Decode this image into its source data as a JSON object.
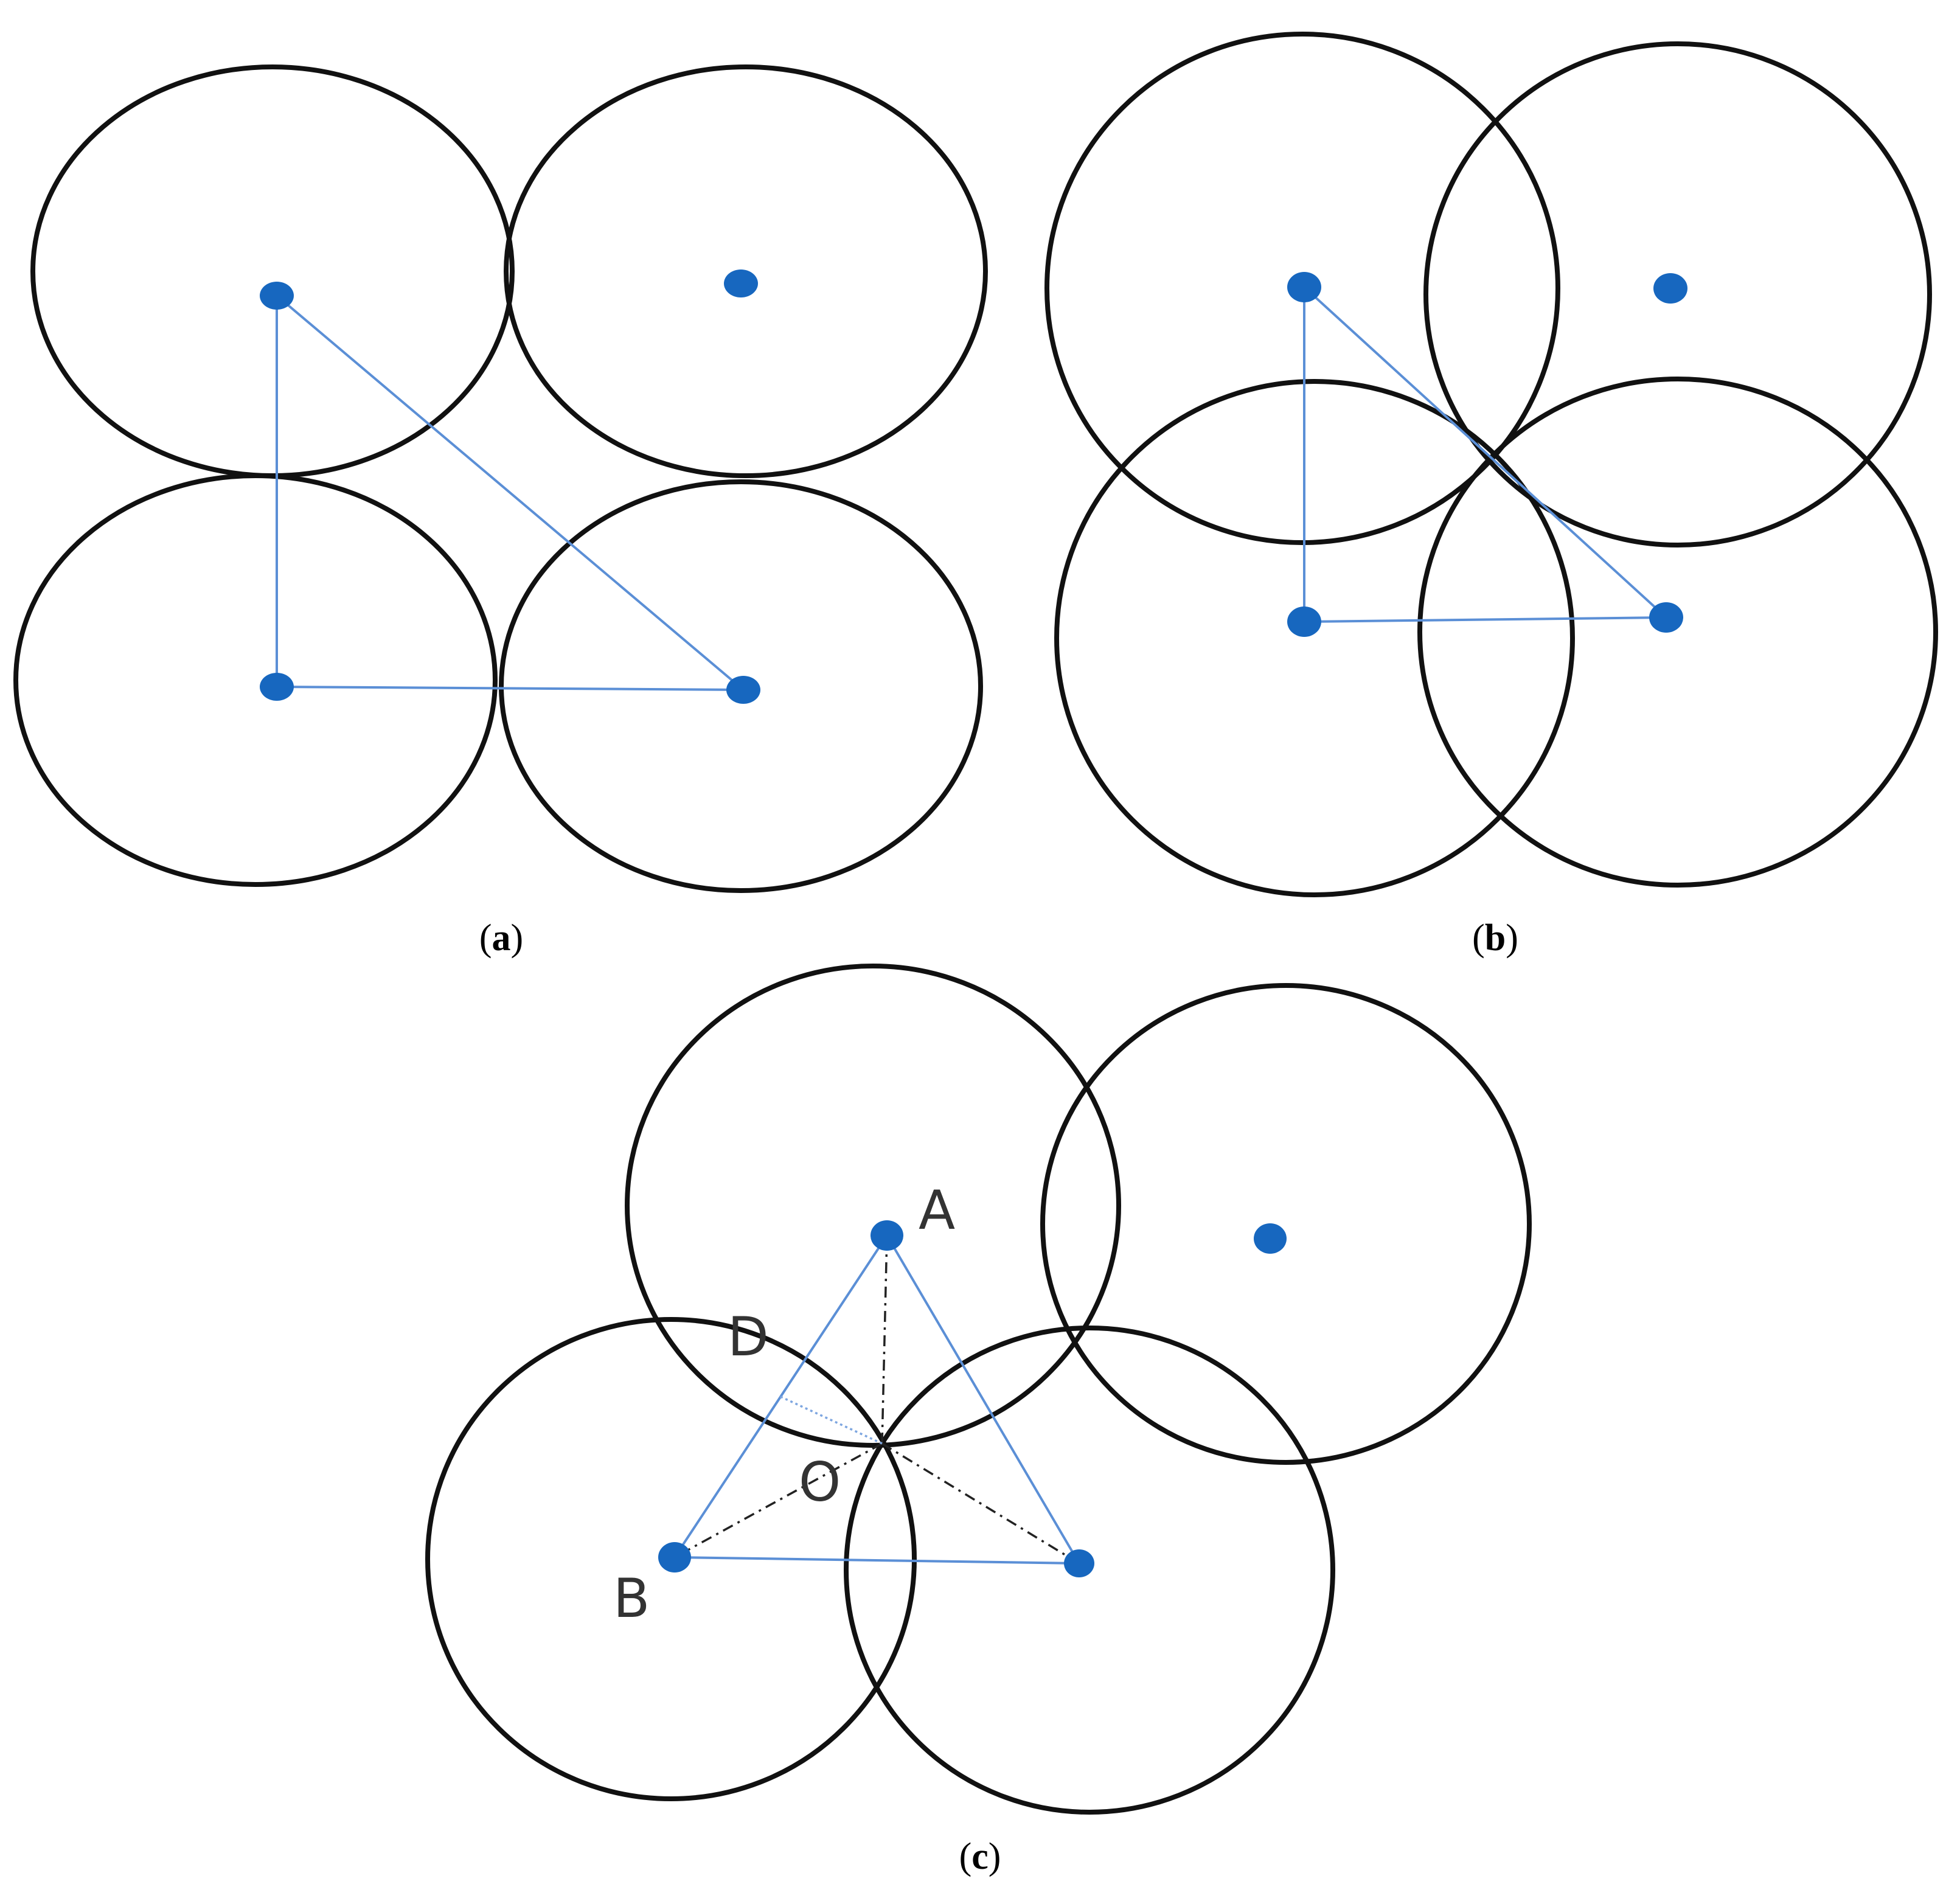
{
  "panels": [
    {
      "id": "a",
      "caption_letter": "a"
    },
    {
      "id": "b",
      "caption_letter": "b"
    },
    {
      "id": "c",
      "caption_letter": "c"
    }
  ],
  "point_labels": {
    "A": "A",
    "B": "B",
    "D": "D",
    "O": "O"
  },
  "colors": {
    "circle": "#111111",
    "node": "#1767bf",
    "triangle": "#5b8fd6",
    "construction": "#222222"
  }
}
